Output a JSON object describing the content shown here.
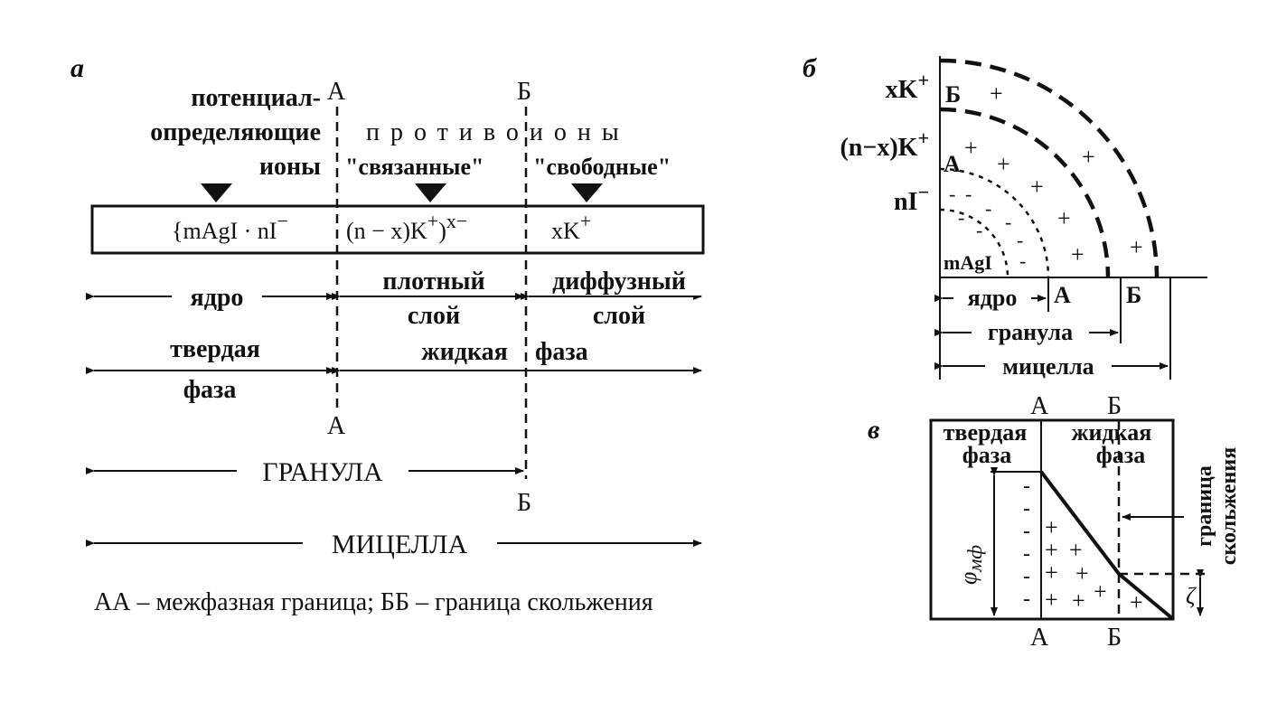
{
  "panels": {
    "a": {
      "letter": "а",
      "boundary_a_top": "А",
      "boundary_b_top": "Б",
      "boundary_a_bottom": "А",
      "boundary_b_bottom": "Б",
      "potential_ions_line1": "потенциал-",
      "potential_ions_line2": "определяющие",
      "potential_ions_line3": "ионы",
      "counter_ions_word": "противоионы",
      "bound_label": "\"связанные\"",
      "free_label": "\"свободные\"",
      "formula_core": "{mAgI · nI",
      "formula_core_sup": "−",
      "formula_dense": "(n − x)K",
      "formula_dense_sup1": "+",
      "formula_dense_close": ")",
      "formula_dense_sup2": "x−",
      "formula_diffuse": "xK",
      "formula_diffuse_sup": "+",
      "core_label": "ядро",
      "dense_layer_line1": "плотный",
      "dense_layer_line2": "слой",
      "diffuse_layer_line1": "диффузный",
      "diffuse_layer_line2": "слой",
      "solid_phase_line1": "твердая",
      "solid_phase_line2": "фаза",
      "liquid_word": "жидкая",
      "phase_word": "фаза",
      "granule": "ГРАНУЛА",
      "micelle": "МИЦЕЛЛА",
      "caption": "АА – межфазная граница; ББ – граница скольжения"
    },
    "b": {
      "letter": "б",
      "xk": "xK",
      "xk_sup": "+",
      "nxk": "(n−x)K",
      "nxk_sup": "+",
      "ni": "nI",
      "ni_sup": "−",
      "magi": "mAgI",
      "label_b_inner": "Б",
      "label_a_inner": "А",
      "label_a_axis": "А",
      "label_b_axis": "Б",
      "core": "ядро",
      "granule": "гранула",
      "micelle": "мицелла"
    },
    "v": {
      "letter": "в",
      "label_a_top": "А",
      "label_b_top": "Б",
      "label_a_bottom": "А",
      "label_b_bottom": "Б",
      "solid_line1": "твердая",
      "solid_line2": "фаза",
      "liquid_line1": "жидкая",
      "liquid_line2": "фаза",
      "slip_line1": "граница",
      "slip_line2": "скольжения",
      "phi": "φ",
      "phi_sub": "мф",
      "zeta": "ζ"
    }
  }
}
